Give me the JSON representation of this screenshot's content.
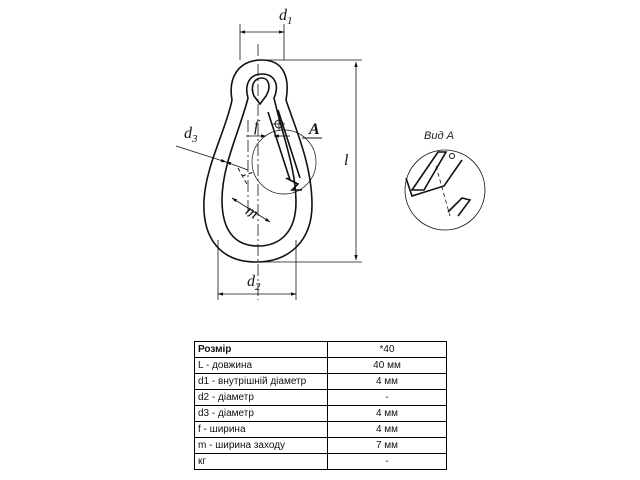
{
  "drawing": {
    "labels": {
      "d1": {
        "base": "d",
        "sub": "1"
      },
      "d2": {
        "base": "d",
        "sub": "2"
      },
      "d3": {
        "base": "d",
        "sub": "3"
      },
      "f": "f",
      "m": "m",
      "l": "l",
      "a_marker": "A"
    },
    "view_title": "Вид А"
  },
  "specs_table": {
    "header": {
      "param": "Розмір",
      "value": "*40"
    },
    "rows": [
      {
        "param": "L - довжина",
        "value": "40 мм"
      },
      {
        "param": "d1 - внутрішній діаметр",
        "value": "4 мм"
      },
      {
        "param": "d2 - діаметр",
        "value": "-"
      },
      {
        "param": "d3 - діаметр",
        "value": "4 мм"
      },
      {
        "param": "f - ширина",
        "value": "4 мм"
      },
      {
        "param": "m - ширина заходу",
        "value": "7 мм"
      },
      {
        "param": "кг",
        "value": "-"
      }
    ]
  }
}
